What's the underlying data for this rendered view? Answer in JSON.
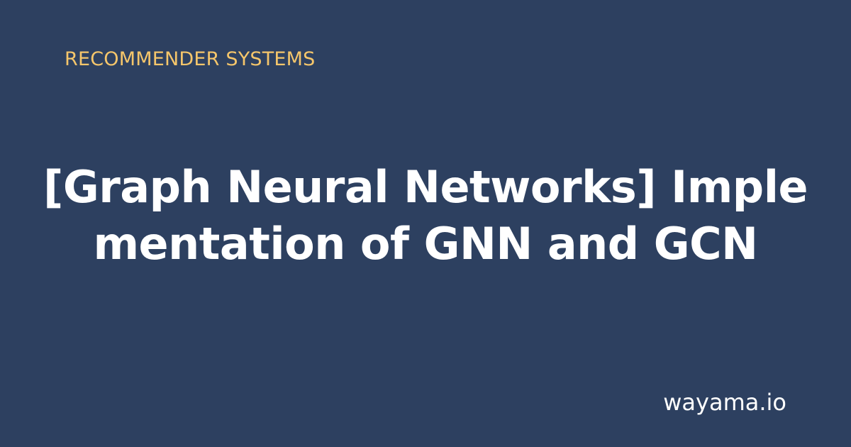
{
  "category": "RECOMMENDER SYSTEMS",
  "title": {
    "line1": "[Graph Neural Networks] Imple",
    "line2": "mentation of GNN and GCN"
  },
  "site": "wayama.io",
  "colors": {
    "background": "#2d4060",
    "category": "#f5c66b",
    "text": "#ffffff"
  }
}
